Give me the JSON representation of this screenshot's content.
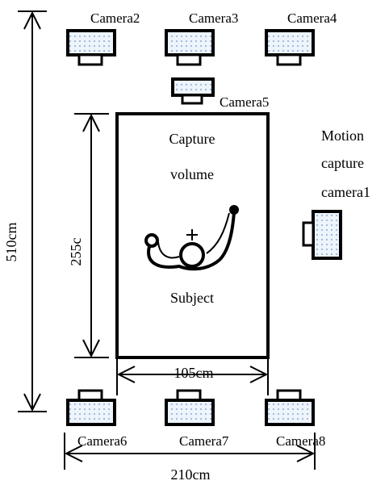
{
  "cameras": {
    "camera1": "camera1",
    "camera2": "Camera2",
    "camera3": "Camera3",
    "camera4": "Camera4",
    "camera5": "Camera5",
    "camera6": "Camera6",
    "camera7": "Camera7",
    "camera8": "Camera8"
  },
  "side_label": {
    "line1": "Motion",
    "line2": "capture"
  },
  "volume": {
    "line1": "Capture",
    "line2": "volume",
    "subject": "Subject"
  },
  "dimensions": {
    "outer_height": "510cm",
    "inner_height": "255c",
    "inner_width": "105cm",
    "outer_width": "210cm"
  }
}
